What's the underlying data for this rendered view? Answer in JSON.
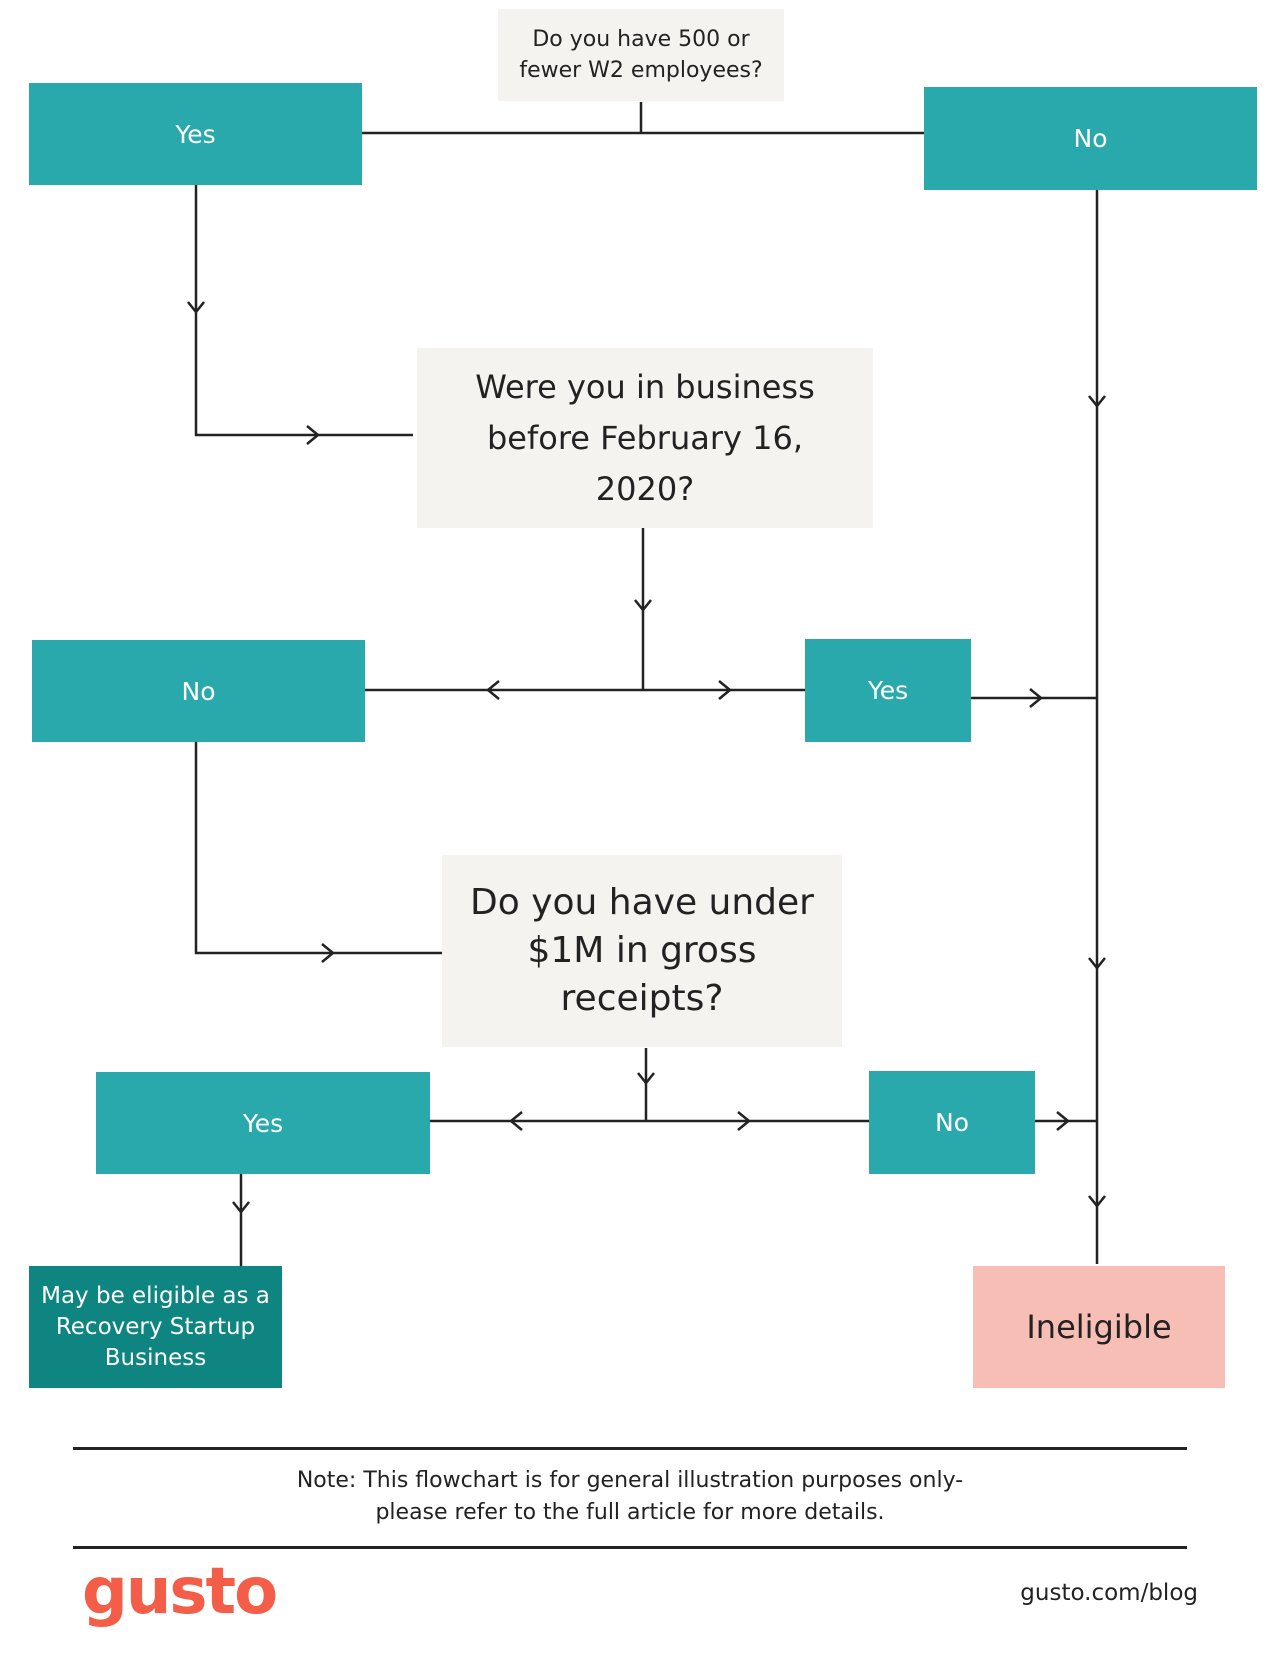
{
  "diagram": {
    "q1": "Do you have 500 or fewer W2 employees?",
    "q2": "Were you in business before February 16, 2020?",
    "q3": "Do you have under $1M in gross receipts?",
    "a_yes_1": "Yes",
    "a_no_1": "No",
    "a_no_2": "No",
    "a_yes_2": "Yes",
    "a_yes_3": "Yes",
    "a_no_3": "No",
    "eligible": "May be eligible as a Recovery Startup Business",
    "ineligible": "Ineligible"
  },
  "footer": {
    "note": "Note: This flowchart is for general illustration purposes only- please refer to the full article for more details.",
    "logo": "gusto",
    "url": "gusto.com/blog"
  },
  "colors": {
    "answer_box": "#2aa9ad",
    "question_box": "#f5f3f0",
    "eligible_box": "#0e8580",
    "ineligible_box": "#f7beb5",
    "logo": "#f45d48"
  }
}
